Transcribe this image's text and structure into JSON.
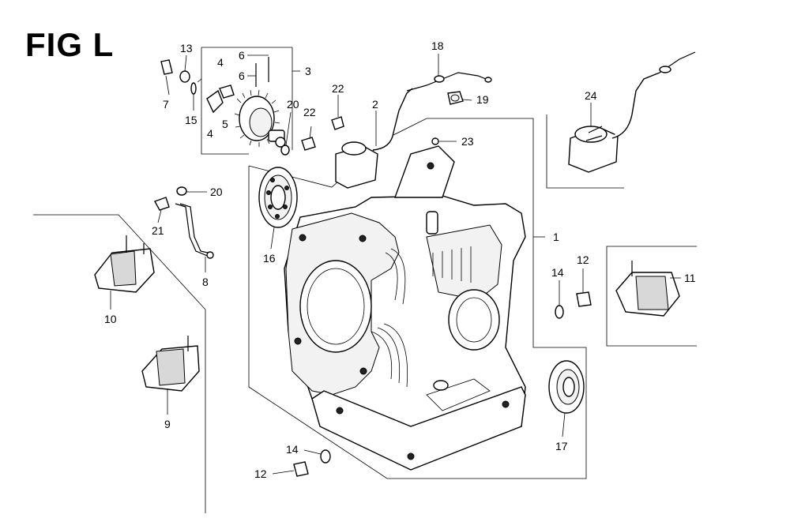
{
  "figure": {
    "title": "FIG L"
  },
  "callouts": [
    {
      "id": "1",
      "text": "1"
    },
    {
      "id": "2",
      "text": "2"
    },
    {
      "id": "3",
      "text": "3"
    },
    {
      "id": "4a",
      "text": "4"
    },
    {
      "id": "4b",
      "text": "4"
    },
    {
      "id": "5",
      "text": "5"
    },
    {
      "id": "6a",
      "text": "6"
    },
    {
      "id": "6b",
      "text": "6"
    },
    {
      "id": "7",
      "text": "7"
    },
    {
      "id": "8",
      "text": "8"
    },
    {
      "id": "9",
      "text": "9"
    },
    {
      "id": "10",
      "text": "10"
    },
    {
      "id": "11",
      "text": "11"
    },
    {
      "id": "12a",
      "text": "12"
    },
    {
      "id": "12b",
      "text": "12"
    },
    {
      "id": "13",
      "text": "13"
    },
    {
      "id": "14a",
      "text": "14"
    },
    {
      "id": "14b",
      "text": "14"
    },
    {
      "id": "15",
      "text": "15"
    },
    {
      "id": "16",
      "text": "16"
    },
    {
      "id": "17",
      "text": "17"
    },
    {
      "id": "18",
      "text": "18"
    },
    {
      "id": "19",
      "text": "19"
    },
    {
      "id": "20a",
      "text": "20"
    },
    {
      "id": "20b",
      "text": "20"
    },
    {
      "id": "21",
      "text": "21"
    },
    {
      "id": "22a",
      "text": "22"
    },
    {
      "id": "22b",
      "text": "22"
    },
    {
      "id": "23",
      "text": "23"
    },
    {
      "id": "24",
      "text": "24"
    }
  ]
}
